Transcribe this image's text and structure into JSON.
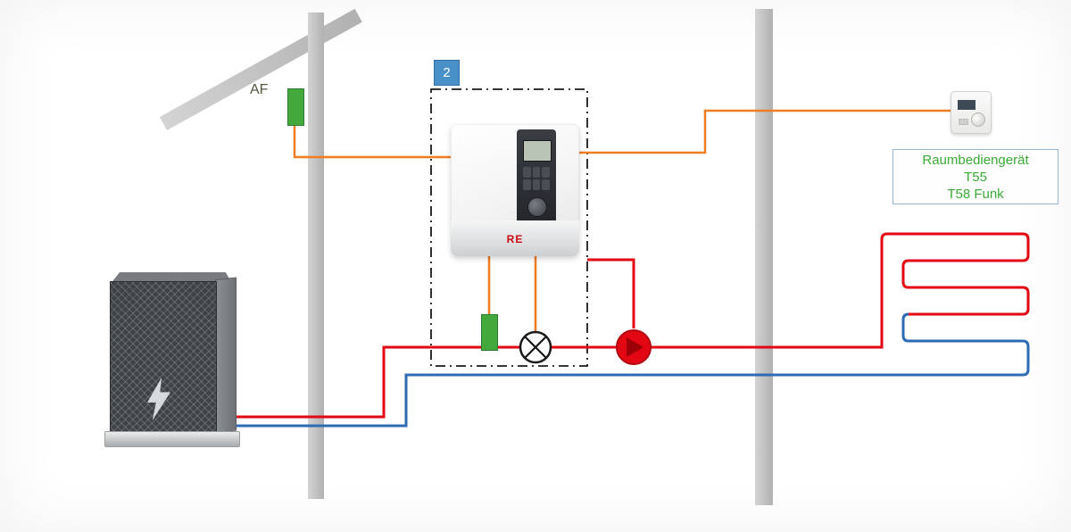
{
  "diagram": {
    "type": "heat-pump-heating-system-schematic",
    "labels": {
      "outdoor_sensor": "AF",
      "indoor_unit_badge": "2",
      "indoor_unit_logo": "RE",
      "room_controller_lines": [
        "Raumbediengerät",
        "T55",
        "T58 Funk"
      ]
    },
    "colors": {
      "signal_line": "#ee7d23",
      "pipe_supply": "#e30613",
      "pipe_return": "#2d6cb5",
      "sensor_green": "#44a93d",
      "badge_blue": "#4a90c8",
      "label_green": "#3aaa35",
      "label_border": "#94b6d2",
      "beam_gray": "#bcbcbc",
      "symbol_stroke": "#1a1a1a"
    },
    "components": {
      "outdoor_unit": "heat pump outdoor unit",
      "indoor_unit": "wall-mounted indoor unit",
      "system_boundary": "dash-dot boundary box",
      "outdoor_sensor": "outdoor temperature sensor AF",
      "flow_sensor": "flow temperature sensor",
      "valve_symbol": "valve/mixer symbol",
      "circulation_pump": "circulation pump",
      "room_controller": "room control unit",
      "floor_heating": "underfloor heating loop"
    }
  }
}
